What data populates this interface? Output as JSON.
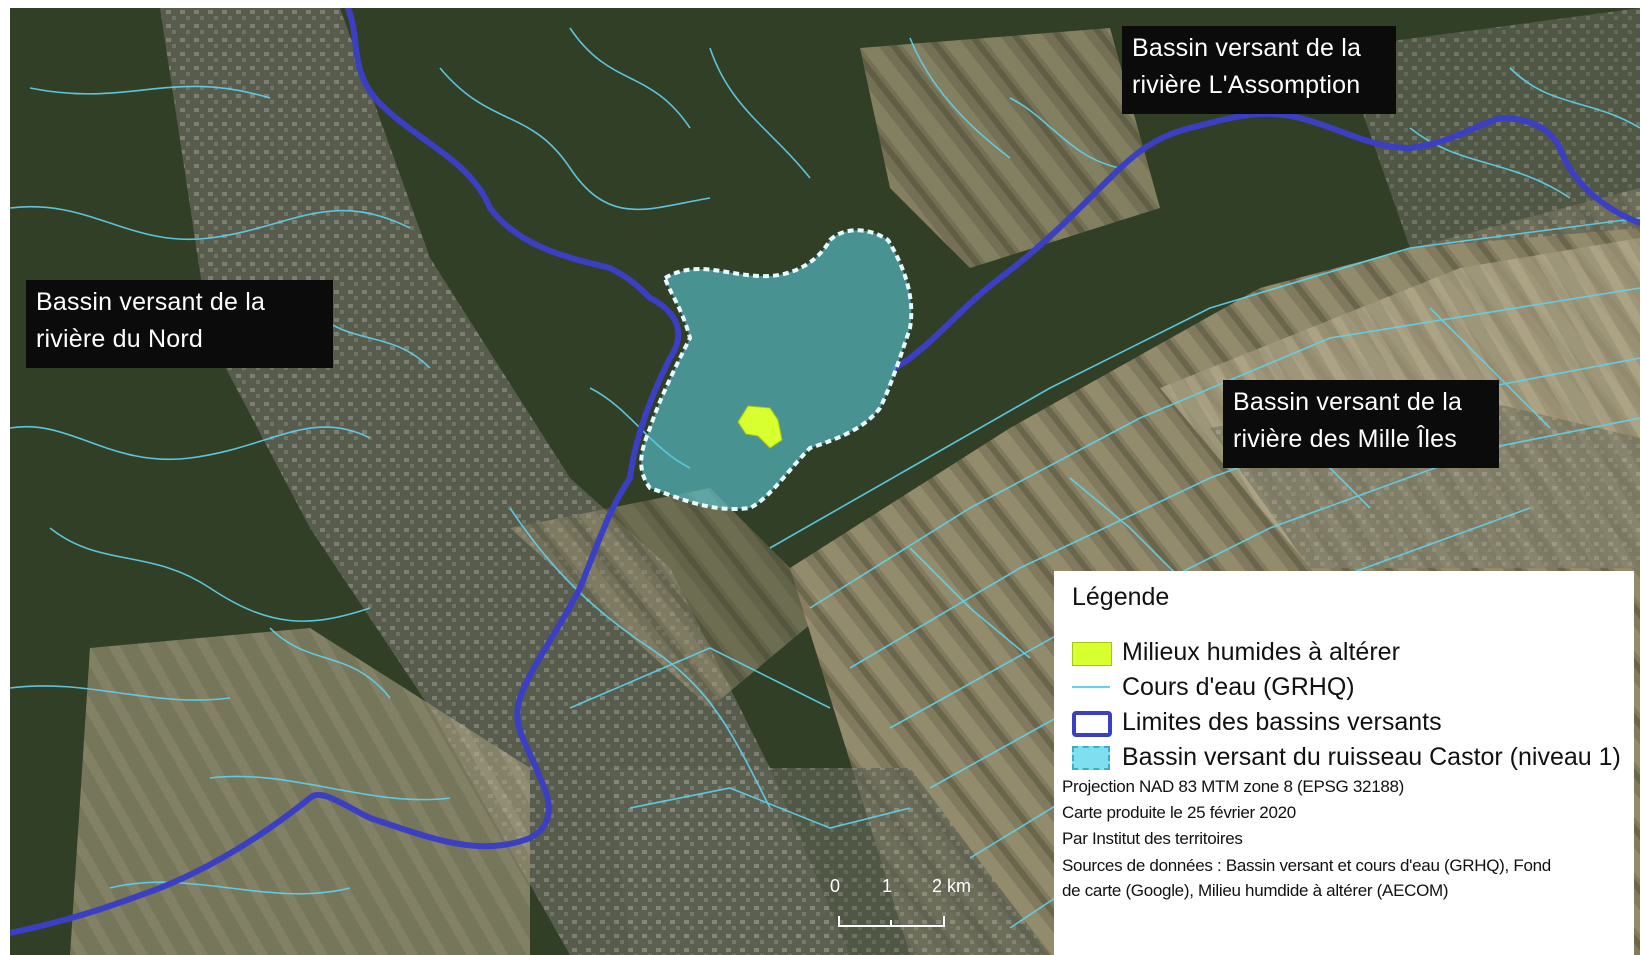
{
  "map": {
    "labels": [
      {
        "id": "assomption",
        "line1": "Bassin versant de la",
        "line2": "rivière L'Assomption"
      },
      {
        "id": "nord",
        "line1": "Bassin versant de la",
        "line2": "rivière du Nord"
      },
      {
        "id": "mille-iles",
        "line1": "Bassin versant de la",
        "line2": "rivière des Mille Îles"
      }
    ],
    "scalebar": {
      "ticks": [
        "0",
        "1",
        "2 km"
      ]
    }
  },
  "legend": {
    "title": "Légende",
    "items": [
      {
        "label": "Milieux humides à altérer",
        "color": "#d8ff2e"
      },
      {
        "label": "Cours d'eau (GRHQ)",
        "color": "#5fd3f0"
      },
      {
        "label": "Limites des bassins versants",
        "color": "#3b3fc2"
      },
      {
        "label": "Bassin versant du ruisseau Castor (niveau 1)",
        "color": "#7fdff0"
      }
    ],
    "meta": [
      "Projection NAD 83 MTM zone 8 (EPSG 32188)",
      "Carte produite le 25 février 2020",
      "Par Institut des territoires",
      "Sources de données : Bassin versant et cours d'eau (GRHQ), Fond",
      "de carte (Google), Milieu humdide à altérer (AECOM)"
    ]
  },
  "colors": {
    "forest": "#2f3a24",
    "field": "#7b7257",
    "urban": "#6f6c63",
    "stream": "#5fd3f0",
    "boundary": "#3b3fc2",
    "castor_fill": "#57c9d9",
    "wetland": "#d8ff2e"
  }
}
